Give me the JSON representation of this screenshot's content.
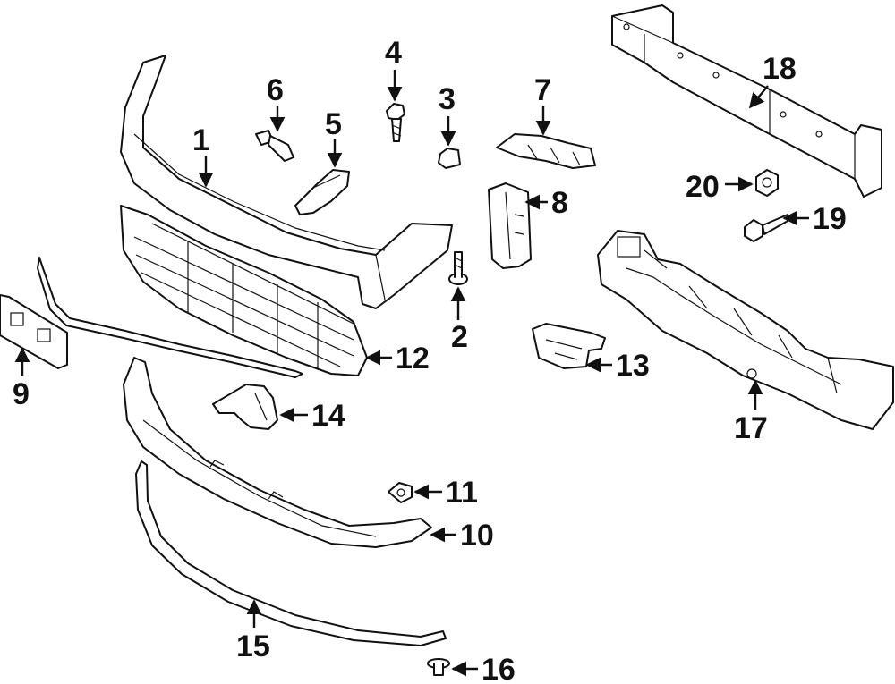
{
  "diagram": {
    "callouts": [
      {
        "label": "1"
      },
      {
        "label": "2"
      },
      {
        "label": "3"
      },
      {
        "label": "4"
      },
      {
        "label": "5"
      },
      {
        "label": "6"
      },
      {
        "label": "7"
      },
      {
        "label": "8"
      },
      {
        "label": "9"
      },
      {
        "label": "10"
      },
      {
        "label": "11"
      },
      {
        "label": "12"
      },
      {
        "label": "13"
      },
      {
        "label": "14"
      },
      {
        "label": "15"
      },
      {
        "label": "16"
      },
      {
        "label": "17"
      },
      {
        "label": "18"
      },
      {
        "label": "19"
      },
      {
        "label": "20"
      }
    ]
  }
}
